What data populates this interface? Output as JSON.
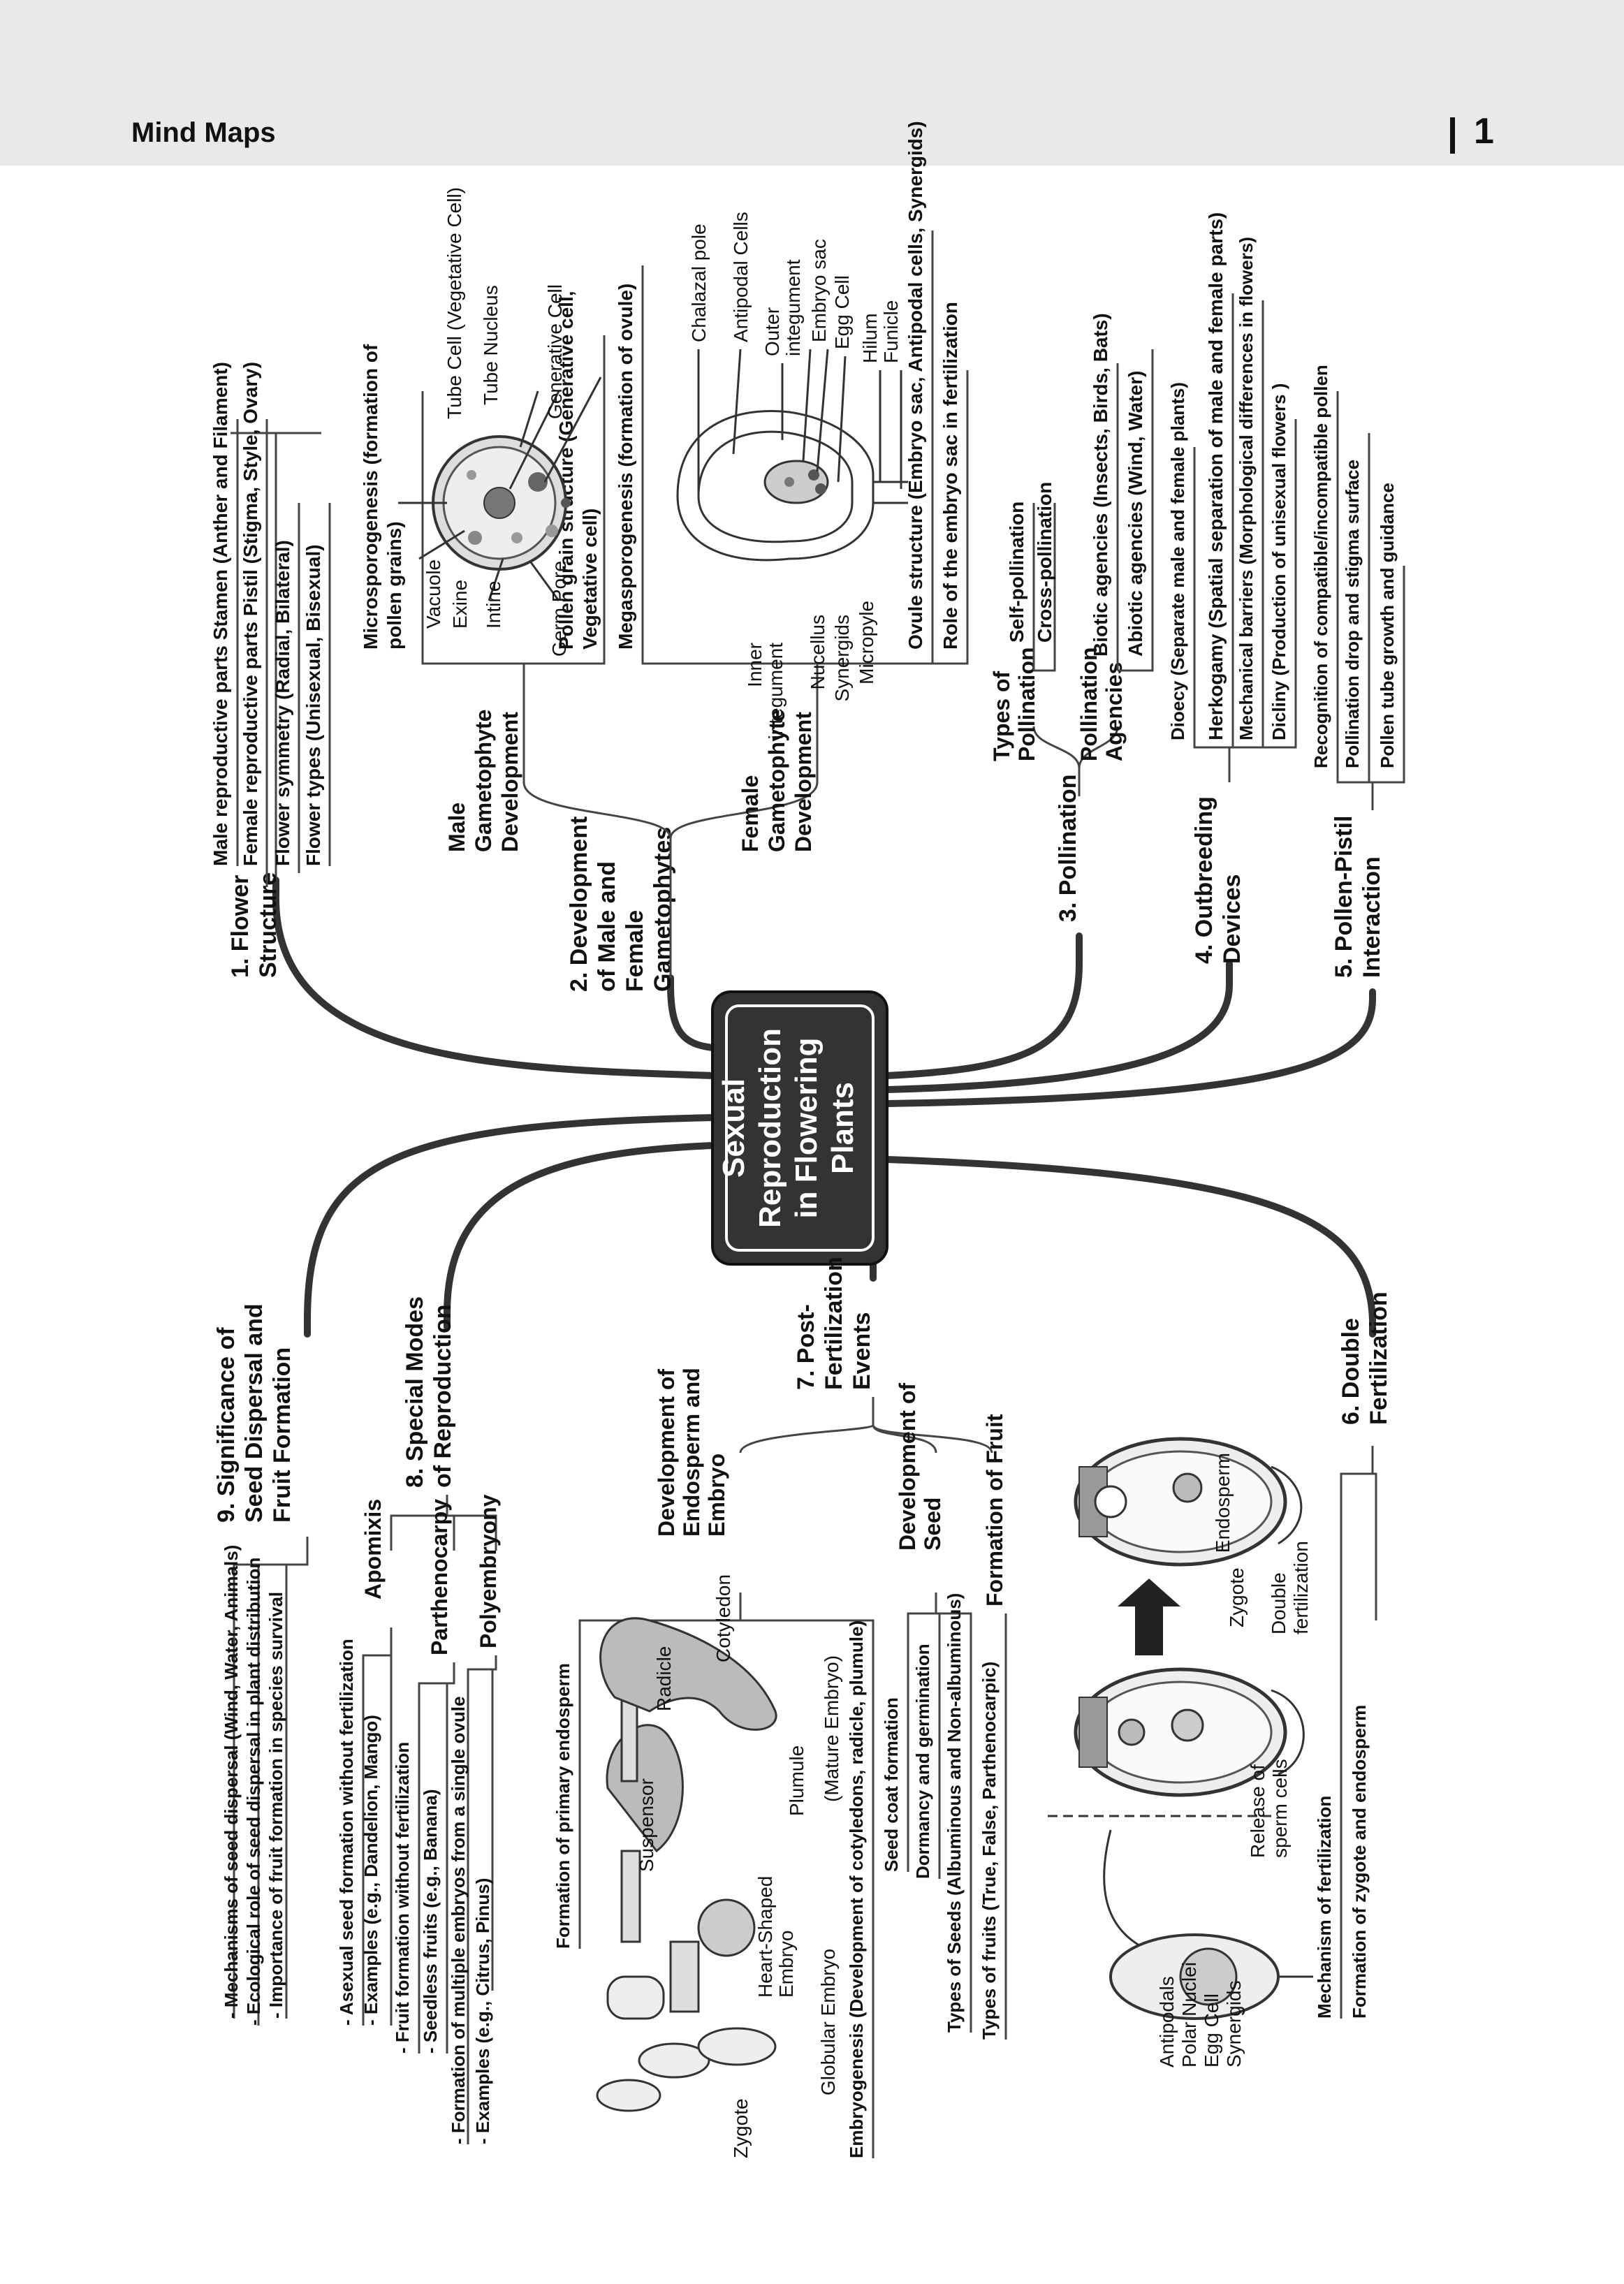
{
  "header": {
    "title": "Mind Maps",
    "page": "1"
  },
  "center": {
    "line1": "Sexual",
    "line2": "Reproduction",
    "line3": "in Flowering",
    "line4": "Plants"
  },
  "b1": {
    "title1": "1. Flower",
    "title2": "Structure",
    "items": [
      "Male reproductive parts Stamen (Anther and Filament)",
      "Female reproductive parts Pistil (Stigma, Style, Ovary)",
      "Flower symmetry (Radial, Bilateral)",
      "Flower types (Unisexual, Bisexual)"
    ]
  },
  "b2": {
    "t1": "2. Development",
    "t2": "of Male and",
    "t3": "Female",
    "t4": "Gametophytes",
    "male": {
      "t1": "Male",
      "t2": "Gametophyte",
      "t3": "Development",
      "micro1": "Microsporogenesis (formation of",
      "micro2": "pollen grains)",
      "pg1": "Pollen grain structure (Generative cell,",
      "pg2": "Vegetative cell)",
      "parts": {
        "vacuole": "Vacuole",
        "exine": "Exine",
        "intine": "Intine",
        "germ": "Germ Pore",
        "tubecell": "Tube Cell (Vegetative Cell)",
        "tubenuc": "Tube Nucleus",
        "gencell": "Generative Cell"
      }
    },
    "female": {
      "t1": "Female",
      "t2": "Gametophyte",
      "t3": "Development",
      "mega": "Megasporogenesis (formation of ovule)",
      "ovstruct": "Ovule structure (Embryo sac, Antipodal cells, Synergids)",
      "role": "Role of the embryo sac in fertilization",
      "parts": {
        "chalazal": "Chalazal pole",
        "antipodal": "Antipodal Cells",
        "outer1": "Outer",
        "outer2": "integument",
        "embryosac": "Embryo sac",
        "egg": "Egg Cell",
        "hilum": "Hilum",
        "funicle": "Funicle",
        "inner1": "Inner",
        "inner2": "integument",
        "nucellus": "Nucellus",
        "synergids": "Synergids",
        "micropyle": "Micropyle"
      }
    }
  },
  "b3": {
    "title": "3. Pollination",
    "types1": "Types of",
    "types2": "Pollination",
    "self": "Self-pollination",
    "cross": "Cross-pollination",
    "ag1": "Pollination",
    "ag2": "Agencies",
    "biotic": "Biotic agencies (Insects, Birds, Bats)",
    "abiotic": "Abiotic agencies (Wind, Water)"
  },
  "b4": {
    "t1": "4. Outbreeding",
    "t2": "Devices",
    "items": [
      "Dioecy (Separate male and female plants)",
      "Herkogamy (Spatial separation of male and female parts)",
      "Mechanical barriers (Morphological differences in flowers)",
      "Dicliny (Production of unisexual flowers )"
    ]
  },
  "b5": {
    "t1": "5. Pollen-Pistil",
    "t2": "Interaction",
    "items": [
      "Recognition of compatible/incompatible pollen",
      "Pollination drop and stigma surface",
      "Pollen tube growth and guidance"
    ]
  },
  "b6": {
    "t1": "6. Double",
    "t2": "Fertilization",
    "mech": "Mechanism of fertilization",
    "form": "Formation of zygote and endosperm",
    "labels": {
      "antipodals": "Antipodals",
      "polar": "Polar Nuclei",
      "egg": "Egg Cell",
      "syn": "Synergids",
      "release1": "Release of",
      "release2": "sperm cells",
      "endosperm": "Endosperm",
      "zygote": "Zygote",
      "double1": "Double",
      "double2": "fertilization"
    }
  },
  "b7": {
    "t1": "7. Post-",
    "t2": "Fertilization",
    "t3": "Events",
    "dev1": "Development of",
    "dev2": "Endosperm and",
    "dev3": "Embryo",
    "primary": "Formation of primary endosperm",
    "embryogenesis": "Embryogenesis (Development of cotyledons, radicle, plumule)",
    "seed1": "Development of",
    "seed2": "Seed",
    "seedcoat": "Seed coat formation",
    "dormancy": "Dormancy and germination",
    "types": "Types of Seeds (Albuminous and Non-albuminous)",
    "fruit": "Formation of Fruit",
    "fruittypes": "Types of fruits (True, False, Parthenocarpic)",
    "embryo": {
      "zygote": "Zygote",
      "globular": "Globular Embryo",
      "heart1": "Heart-Shaped",
      "heart2": "Embryo",
      "suspensor": "Suspensor",
      "radicle": "Radicle",
      "cotyledon": "Cotyledon",
      "plumule": "Plumule",
      "mature": "(Mature Embryo)"
    }
  },
  "b8": {
    "t1": "8. Special Modes",
    "t2": "of Reproduction",
    "apo": "Apomixis",
    "apo1": "- Asexual seed formation without fertilization",
    "apo2": "- Examples (e.g., Dandelion, Mango)",
    "parth": "Parthenocarpy",
    "parth1": "- Fruit formation without fertilization",
    "parth2": "- Seedless fruits (e.g., Banana)",
    "poly": "Polyembryony",
    "poly1": "- Formation of multiple embryos from a single ovule",
    "poly2": "- Examples (e.g., Citrus, Pinus)"
  },
  "b9": {
    "t1": "9. Significance of",
    "t2": "Seed Dispersal and",
    "t3": "Fruit Formation",
    "items": [
      "- Mechanisms of seed dispersal (Wind, Water, Animals)",
      "- Ecological role of seed dispersal in plant distribution",
      "- Importance of fruit formation in species survival"
    ]
  }
}
